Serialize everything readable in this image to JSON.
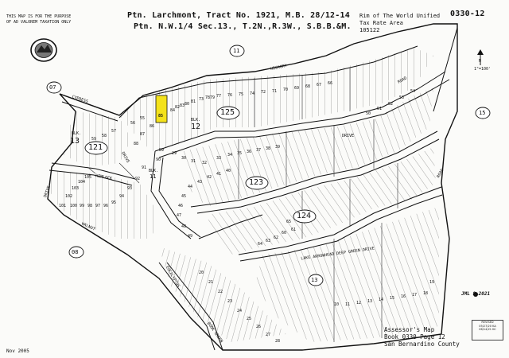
{
  "header": {
    "disclaimer_line1": "THIS MAP IS FOR THE PURPOSE",
    "disclaimer_line2": "OF AD VALOREM TAXATION ONLY",
    "title_line1": "Ptn. Larchmont, Tract No. 1921, M.B. 28/12-14",
    "title_line2": "Ptn. N.W.1/4 Sec.13., T.2N.,R.3W., S.B.B.&M.",
    "district": "Rim of The World Unified",
    "tax_rate_area_label": "Tax Rate Area",
    "tax_rate_area": "105122",
    "book_page_code": "0330-12"
  },
  "adjacent_pages": [
    "07",
    "11",
    "15",
    "08",
    "13"
  ],
  "block_labels": [
    {
      "prefix": "BLK.",
      "number": "12"
    },
    {
      "prefix": "BLK.",
      "number": "13"
    },
    {
      "prefix": "BLK.",
      "number": "11"
    }
  ],
  "map_pages": [
    "125",
    "121",
    "123",
    "124"
  ],
  "roads": [
    "CYPRESS",
    "HICKORY",
    "DRIVE",
    "ROAD",
    "HEMLOCK",
    "WALNUT",
    "DRIVE",
    "LAKE ARROWHEAD DEEP GREEN DRIVE",
    "EUCALYPTUS",
    "BOOK GREEN",
    "DRIVE",
    "ROAD"
  ],
  "parcel_numbers": [
    "85",
    "84",
    "83",
    "81",
    "78",
    "77",
    "76",
    "75",
    "74",
    "72",
    "71",
    "70",
    "69",
    "68",
    "67",
    "66",
    "55",
    "56",
    "86",
    "87",
    "88",
    "89",
    "90",
    "91",
    "92",
    "93",
    "94",
    "95",
    "96",
    "97",
    "98",
    "99",
    "100",
    "101",
    "102",
    "103",
    "104",
    "105",
    "59",
    "58",
    "57",
    "33",
    "34",
    "35",
    "36",
    "37",
    "38",
    "39",
    "40",
    "41",
    "42",
    "43",
    "44",
    "45",
    "46",
    "47",
    "48",
    "49",
    "50",
    "51",
    "52",
    "53",
    "54",
    "60",
    "61",
    "62",
    "63",
    "64",
    "65",
    "20",
    "21",
    "22",
    "23",
    "24",
    "25",
    "26",
    "27",
    "28",
    "29",
    "30",
    "31",
    "32",
    "10",
    "11",
    "12",
    "13",
    "14",
    "15",
    "16",
    "17",
    "18",
    "19",
    "73",
    "79",
    "80",
    "82"
  ],
  "highlighted_parcel": "85",
  "scale_note": "1\"=100'",
  "north_label": "N",
  "stamp": "JML 8 2021",
  "footer": {
    "line1": "Assessor's Map",
    "line2": "Book 0330 Page 12",
    "line3": "San Bernardino County",
    "date": "Nov 2005"
  },
  "revised": {
    "label": "REVISED",
    "line1": "05/27/20 KA",
    "line2": "06/14/21 KC"
  },
  "colors": {
    "highlight": "#f4e21c",
    "ink": "#111111",
    "paper": "#fbfbf9"
  }
}
